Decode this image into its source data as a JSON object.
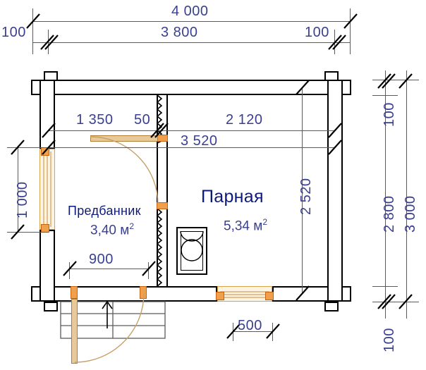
{
  "drawing": {
    "type": "floor-plan",
    "title_implied": "Bathhouse floor plan",
    "units": "mm"
  },
  "dimensions": {
    "top_outer": "4 000",
    "top_inner": "3 800",
    "top_left_wall": "100",
    "top_right_wall": "100",
    "interior_left_segment": "1 350",
    "interior_partition": "50",
    "interior_right_segment": "2 120",
    "interior_total": "3 520",
    "interior_height": "2 520",
    "right_inner_total": "2 800",
    "right_outer_total": "3 000",
    "right_top_wall": "100",
    "right_bottom_wall": "100",
    "left_window": "1 000",
    "entrance_door": "900",
    "bottom_window": "500"
  },
  "rooms": [
    {
      "name": "Предбанник",
      "area": "3,40 м",
      "area_sup": "2"
    },
    {
      "name": "Парная",
      "area": "5,34 м",
      "area_sup": "2"
    }
  ],
  "fixtures": {
    "stove_name": "stove",
    "stairs_name": "entrance-steps",
    "up_arrow": "up"
  },
  "colors": {
    "dimension_text": "#3a3f8f",
    "room_label": "#0d1a7a",
    "wall_line": "#000000",
    "thin_line": "#5a5a5a",
    "wood": "#e8c99a",
    "jamb": "#f0a04b"
  }
}
